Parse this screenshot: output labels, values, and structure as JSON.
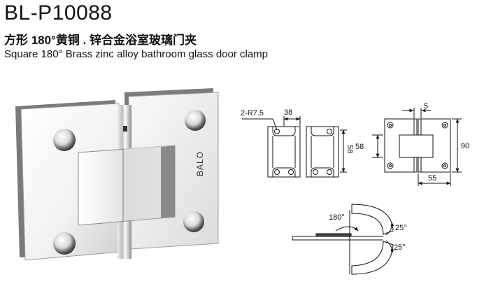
{
  "header": {
    "model": "BL-P10088",
    "title_cn": "方形 180°黄铜 . 锌合金浴室玻璃门夹",
    "title_en": "Square 180° Brass zinc alloy bathroom glass door clamp"
  },
  "product": {
    "brand_mark": "BALO"
  },
  "drawings": {
    "plate": {
      "radius_label": "2-R7.5",
      "width_label": "38",
      "height_label": "58"
    },
    "hinge": {
      "gap_label": "5",
      "inner_height_label": "58",
      "height_label": "90",
      "width_label": "55"
    },
    "rotation": {
      "angle_label": "180°",
      "upper_label": "25°",
      "lower_label": "25°"
    }
  },
  "colors": {
    "line": "#111111",
    "chrome_light": "#f4f4f4",
    "chrome_dark": "#6e6e6e"
  }
}
